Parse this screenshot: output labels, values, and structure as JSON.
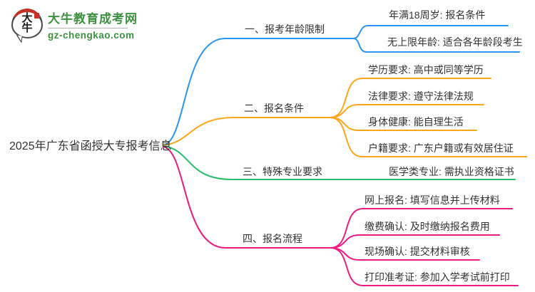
{
  "logo": {
    "bubble_text_top": "大",
    "bubble_text_bottom": "牛",
    "name": "大牛教育成考网",
    "domain": "gz-chengkao.com",
    "brand_color": "#3d9140",
    "seal_color": "#c53328"
  },
  "center": {
    "title": "2025年广东省函授大专报考信息"
  },
  "branches": [
    {
      "label": "一、报考年龄限制",
      "color": "#2b95ef",
      "children": [
        {
          "text": "年满18周岁: 报名条件"
        },
        {
          "text": "无上限年龄: 适合各年龄段考生"
        }
      ]
    },
    {
      "label": "二、报名条件",
      "color": "#fba61c",
      "children": [
        {
          "text": "学历要求: 高中或同等学历"
        },
        {
          "text": "法律要求: 遵守法律法规"
        },
        {
          "text": "身体健康: 能自理生活"
        },
        {
          "text": "户籍要求: 广东户籍或有效居住证"
        }
      ]
    },
    {
      "label": "三、特殊专业要求",
      "color": "#29bd6b",
      "children": [
        {
          "text": "医学类专业: 需执业资格证书"
        }
      ]
    },
    {
      "label": "四、报名流程",
      "color": "#ee1b7e",
      "children": [
        {
          "text": "网上报名: 填写信息并上传材料"
        },
        {
          "text": "缴费确认: 及时缴纳报名费用"
        },
        {
          "text": "现场确认: 提交材料审核"
        },
        {
          "text": "打印准考证: 参加入学考试前打印"
        }
      ]
    }
  ]
}
